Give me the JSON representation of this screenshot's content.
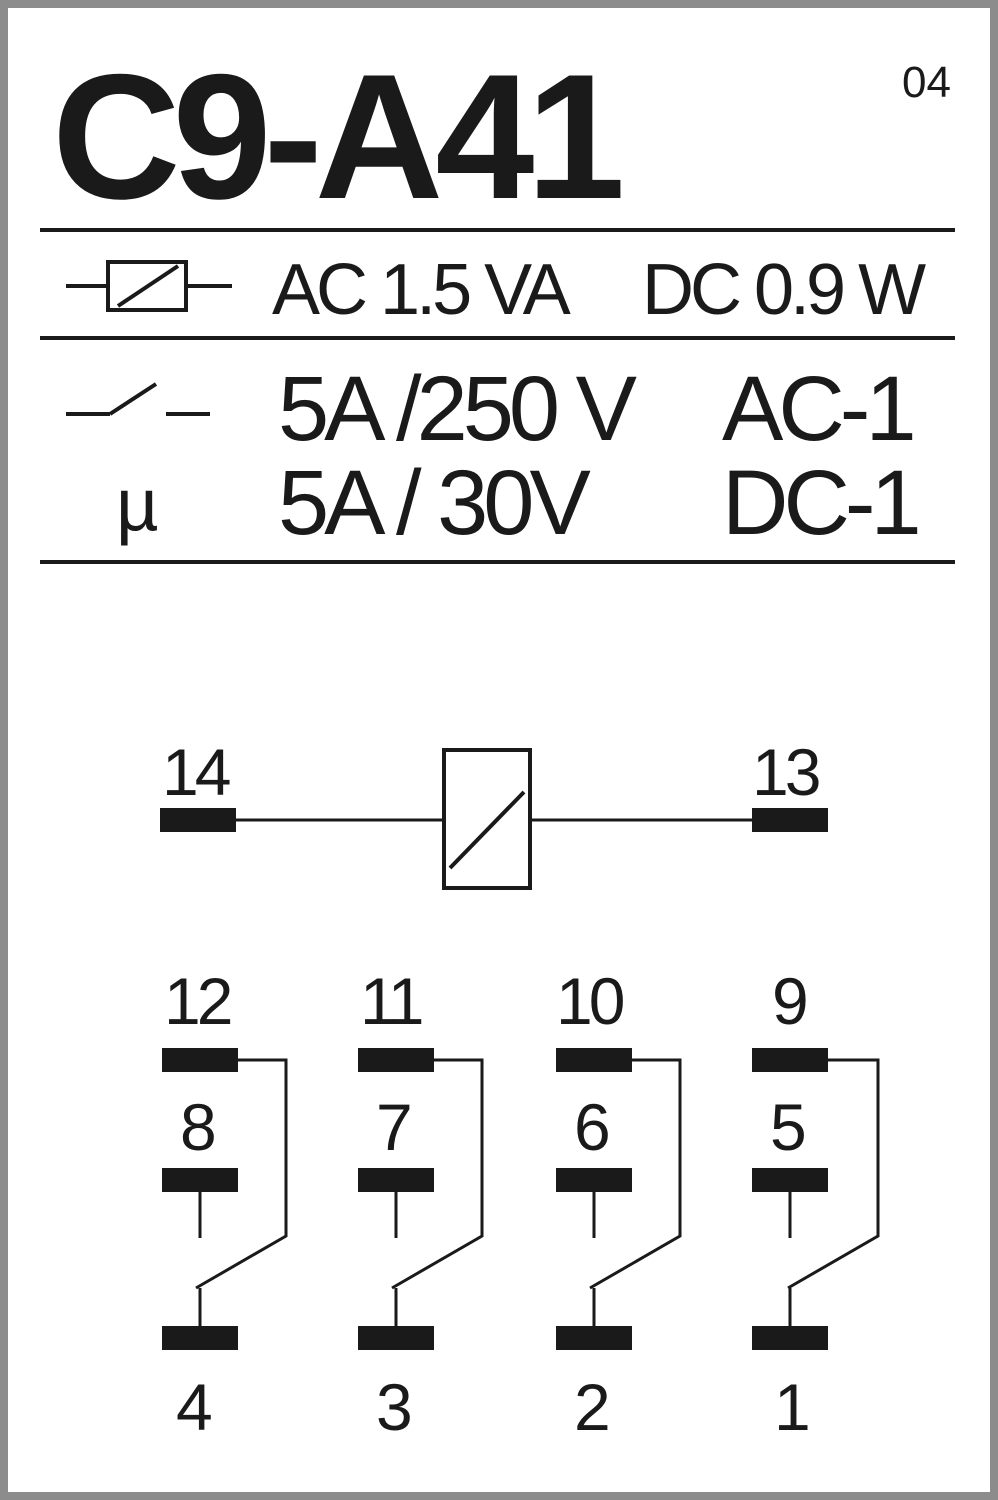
{
  "header": {
    "model": "C9-A41",
    "code": "04"
  },
  "coil_rating": {
    "icon": "coil-symbol-icon",
    "ac": "AC 1.5 VA",
    "dc": "DC 0.9 W"
  },
  "contact_rating": {
    "switch_icon": "contact-switch-icon",
    "mu_symbol": "µ",
    "ac_rating": "5A /250 V",
    "ac_category": "AC-1",
    "dc_rating": "5A / 30V",
    "dc_category": "DC-1"
  },
  "diagram": {
    "coil_terminals": {
      "left": "14",
      "right": "13"
    },
    "contact_groups": [
      {
        "top": "12",
        "middle": "8",
        "bottom": "4"
      },
      {
        "top": "11",
        "middle": "7",
        "bottom": "3"
      },
      {
        "top": "10",
        "middle": "6",
        "bottom": "2"
      },
      {
        "top": "9",
        "middle": "5",
        "bottom": "1"
      }
    ]
  },
  "colors": {
    "ink": "#1a1a1a",
    "border": "#8c8c8c",
    "background": "#ffffff"
  }
}
